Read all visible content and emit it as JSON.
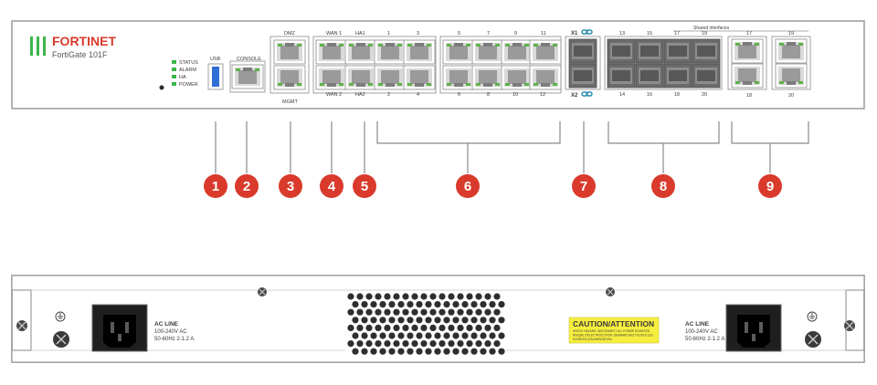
{
  "front_panel": {
    "brand": "FORTINET",
    "model": "FortiGate 101F",
    "leds": [
      "STATUS",
      "ALARM",
      "HA",
      "POWER"
    ],
    "usb_label": "USB",
    "console_label": "CONSOLE",
    "dmz_label": "DMZ",
    "mgmt_label": "MGMT",
    "wan1_label": "WAN 1",
    "wan2_label": "WAN 2",
    "ha1_label": "HA1",
    "ha2_label": "HA2",
    "port_top_labels": [
      "1",
      "3",
      "5",
      "7",
      "9",
      "11"
    ],
    "port_bottom_labels": [
      "2",
      "4",
      "6",
      "8",
      "10",
      "12"
    ],
    "x1_label": "X1",
    "x2_label": "X2",
    "sfp_top_labels": [
      "13",
      "15",
      "17",
      "19"
    ],
    "sfp_bottom_labels": [
      "14",
      "16",
      "18",
      "20"
    ],
    "shared_label": "Shared interfaces",
    "rj_top_labels": [
      "17",
      "19"
    ],
    "rj_bottom_labels": [
      "18",
      "20"
    ]
  },
  "callouts": [
    "1",
    "2",
    "3",
    "4",
    "5",
    "6",
    "7",
    "8",
    "9"
  ],
  "back_panel": {
    "ac_left": [
      "AC LINE",
      "100-240V AC",
      "50-60Hz 2-1.2 A"
    ],
    "ac_right": [
      "AC LINE",
      "100-240V AC",
      "50-60Hz 2-1.2 A"
    ],
    "caution_title": "CAUTION/ATTENTION",
    "caution_lines": [
      "SHOCK HAZARD. DISCONNECT ALL POWER SOURCES.",
      "RISQUE D'ELECTROCUTION. DEBRANCHEZ TOUTES LES",
      "SOURCES D'ALIMENTATION."
    ]
  },
  "colors": {
    "callout": "#d93a2b",
    "led": "#3bb54a",
    "fortinet_red": "#d93a2b",
    "port_green": "#5fb24a",
    "usb_blue": "#2f6fd6",
    "caution_yellow": "#f7ef3f"
  }
}
